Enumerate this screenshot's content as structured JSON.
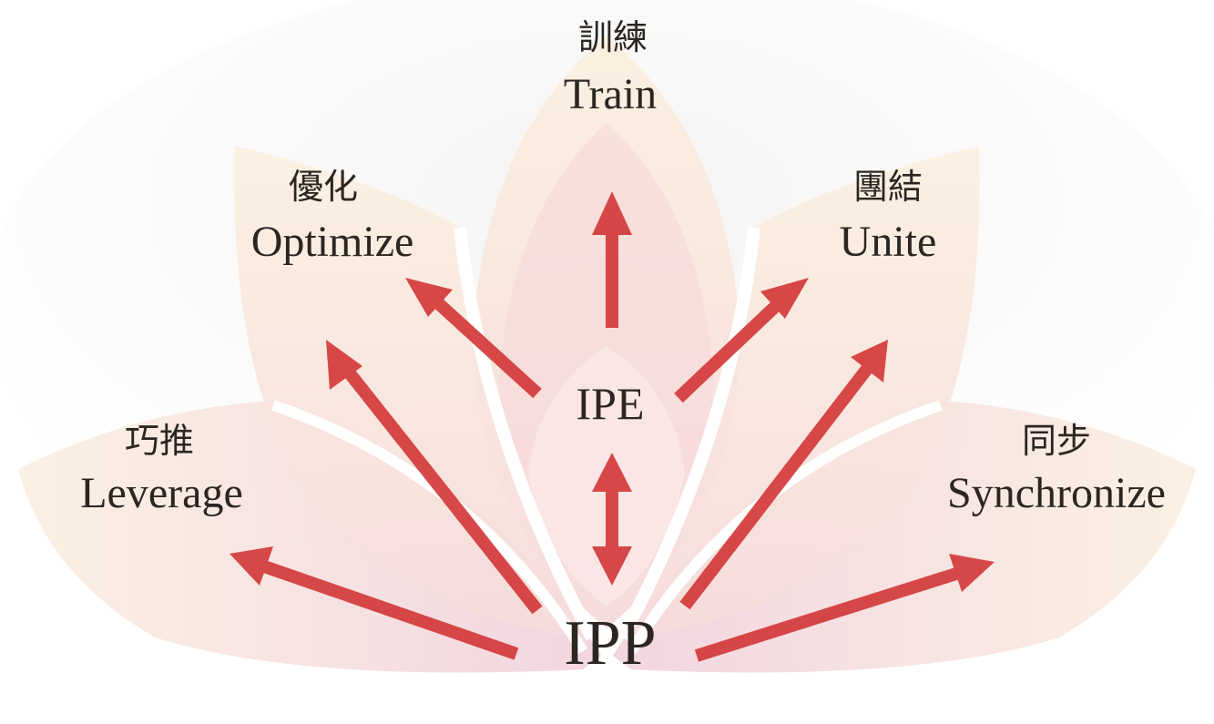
{
  "diagram": {
    "center_node": "IPE",
    "root_node": "IPP",
    "petals": [
      {
        "id": "train",
        "zh": "訓練",
        "en": "Train"
      },
      {
        "id": "optimize",
        "zh": "優化",
        "en": "Optimize"
      },
      {
        "id": "unite",
        "zh": "團結",
        "en": "Unite"
      },
      {
        "id": "leverage",
        "zh": "巧推",
        "en": "Leverage"
      },
      {
        "id": "synchronize",
        "zh": "同步",
        "en": "Synchronize"
      }
    ],
    "colors": {
      "arrow": "#d43a3a",
      "petal_pink": "#f6d6d6",
      "petal_peach": "#fbeedd",
      "petal_rose": "#f3d2dc",
      "text": "#2b2622"
    }
  }
}
